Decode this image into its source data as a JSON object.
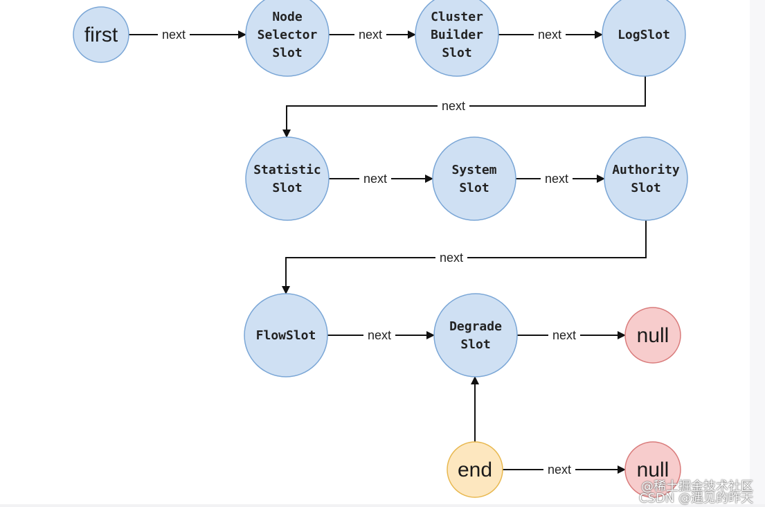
{
  "colors": {
    "slot_fill": "#cfe0f3",
    "slot_stroke": "#7aa6d6",
    "null_fill": "#f7cccc",
    "null_stroke": "#d97b7b",
    "end_fill": "#fde7bf",
    "end_stroke": "#e8b84f",
    "edge": "#111111"
  },
  "nodes": [
    {
      "id": "first",
      "kind": "start",
      "lines": [
        "first"
      ]
    },
    {
      "id": "node-selector-slot",
      "kind": "slot",
      "lines": [
        "Node",
        "Selector",
        "Slot"
      ]
    },
    {
      "id": "cluster-builder-slot",
      "kind": "slot",
      "lines": [
        "Cluster",
        "Builder",
        "Slot"
      ]
    },
    {
      "id": "log-slot",
      "kind": "slot",
      "lines": [
        "LogSlot"
      ]
    },
    {
      "id": "statistic-slot",
      "kind": "slot",
      "lines": [
        "Statistic",
        "Slot"
      ]
    },
    {
      "id": "system-slot",
      "kind": "slot",
      "lines": [
        "System",
        "Slot"
      ]
    },
    {
      "id": "authority-slot",
      "kind": "slot",
      "lines": [
        "Authority",
        "Slot"
      ]
    },
    {
      "id": "flow-slot",
      "kind": "slot",
      "lines": [
        "FlowSlot"
      ]
    },
    {
      "id": "degrade-slot",
      "kind": "slot",
      "lines": [
        "Degrade",
        "Slot"
      ]
    },
    {
      "id": "null-1",
      "kind": "null",
      "lines": [
        "null"
      ]
    },
    {
      "id": "end",
      "kind": "end",
      "lines": [
        "end"
      ]
    },
    {
      "id": "null-2",
      "kind": "null",
      "lines": [
        "null"
      ]
    }
  ],
  "edges": [
    {
      "from": "first",
      "to": "node-selector-slot",
      "label": "next"
    },
    {
      "from": "node-selector-slot",
      "to": "cluster-builder-slot",
      "label": "next"
    },
    {
      "from": "cluster-builder-slot",
      "to": "log-slot",
      "label": "next"
    },
    {
      "from": "log-slot",
      "to": "statistic-slot",
      "label": "next"
    },
    {
      "from": "statistic-slot",
      "to": "system-slot",
      "label": "next"
    },
    {
      "from": "system-slot",
      "to": "authority-slot",
      "label": "next"
    },
    {
      "from": "authority-slot",
      "to": "flow-slot",
      "label": "next"
    },
    {
      "from": "flow-slot",
      "to": "degrade-slot",
      "label": "next"
    },
    {
      "from": "degrade-slot",
      "to": "null-1",
      "label": "next"
    },
    {
      "from": "end",
      "to": "degrade-slot",
      "label": ""
    },
    {
      "from": "end",
      "to": "null-2",
      "label": "next"
    }
  ],
  "watermark": {
    "line1": "@稀土掘金技术社区",
    "line2": "CSDN @遇见的昨天"
  }
}
